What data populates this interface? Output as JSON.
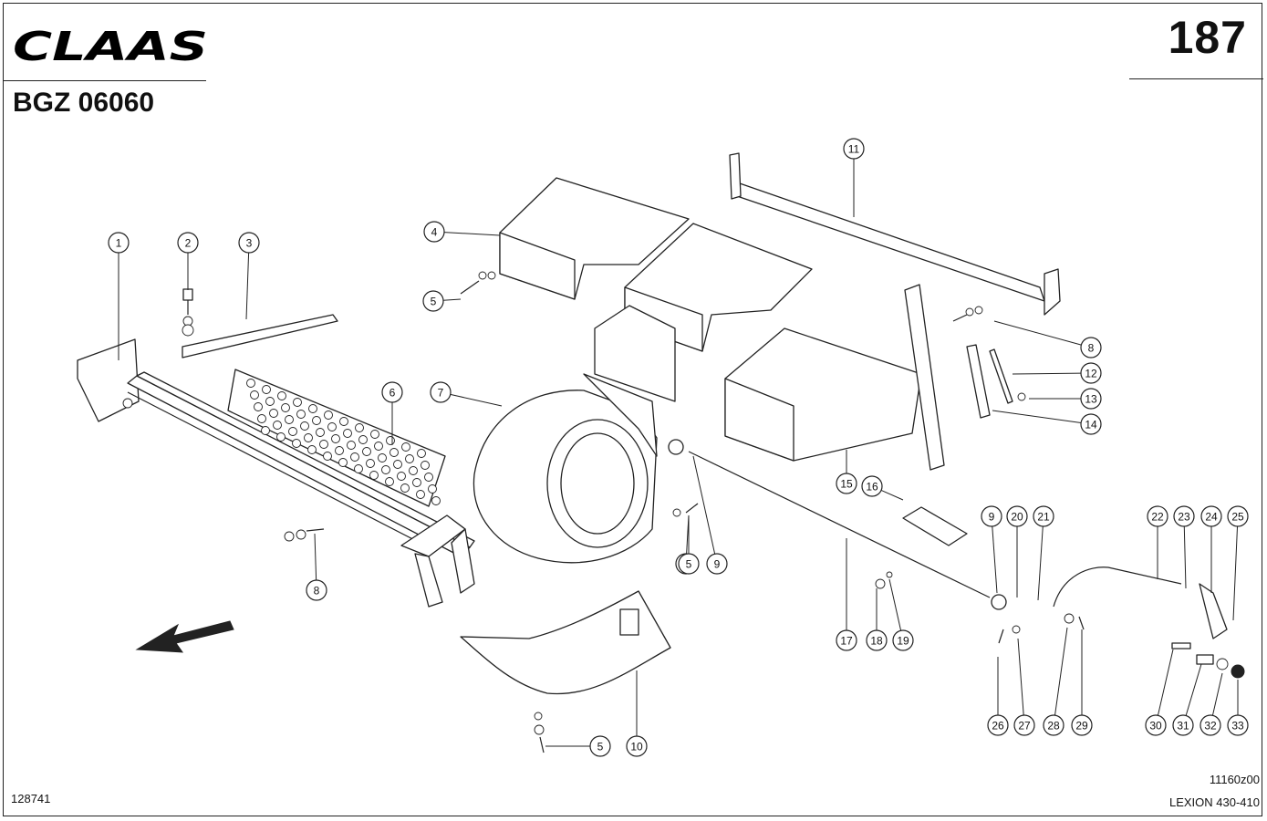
{
  "header": {
    "brand": "CLAAS",
    "page_number": "187",
    "group_code": "BGZ 06060"
  },
  "footer": {
    "ref_number": "128741",
    "drawing_code": "11160z00",
    "model": "LEXION 430-410"
  },
  "callouts": [
    "1",
    "2",
    "3",
    "4",
    "5",
    "6",
    "7",
    "8",
    "5",
    "9",
    "5",
    "10",
    "11",
    "8",
    "12",
    "13",
    "14",
    "15",
    "16",
    "17",
    "18",
    "19",
    "9",
    "20",
    "21",
    "22",
    "23",
    "24",
    "25",
    "26",
    "27",
    "28",
    "29",
    "30",
    "31",
    "32",
    "33",
    "5"
  ]
}
